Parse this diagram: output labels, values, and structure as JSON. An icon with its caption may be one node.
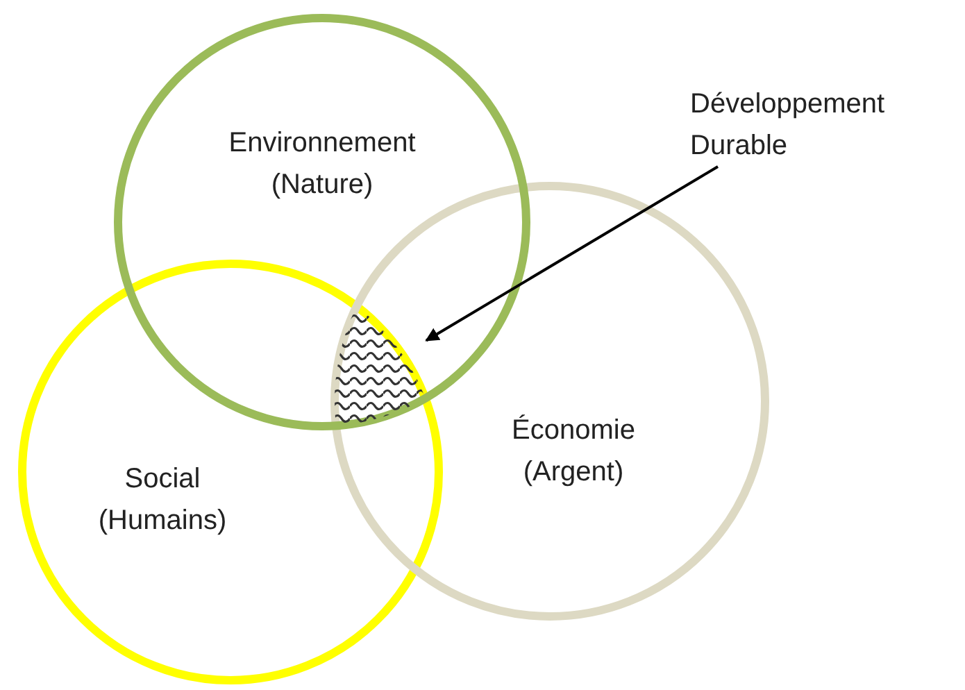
{
  "diagram": {
    "nodes": [
      {
        "text": [
          "Environnement (Nature)"
        ]
      },
      {
        "text": [
          "Social (Humains)"
        ]
      },
      {
        "text": [
          "Économie (Argent)"
        ]
      },
      {
        "text": [
          "Développement Durable"
        ]
      },
      {
        "text": [],
        "shape": "triangle"
      }
    ],
    "edges": [
      {
        "from": 3,
        "to": 4,
        "arrow": "to"
      }
    ]
  }
}
